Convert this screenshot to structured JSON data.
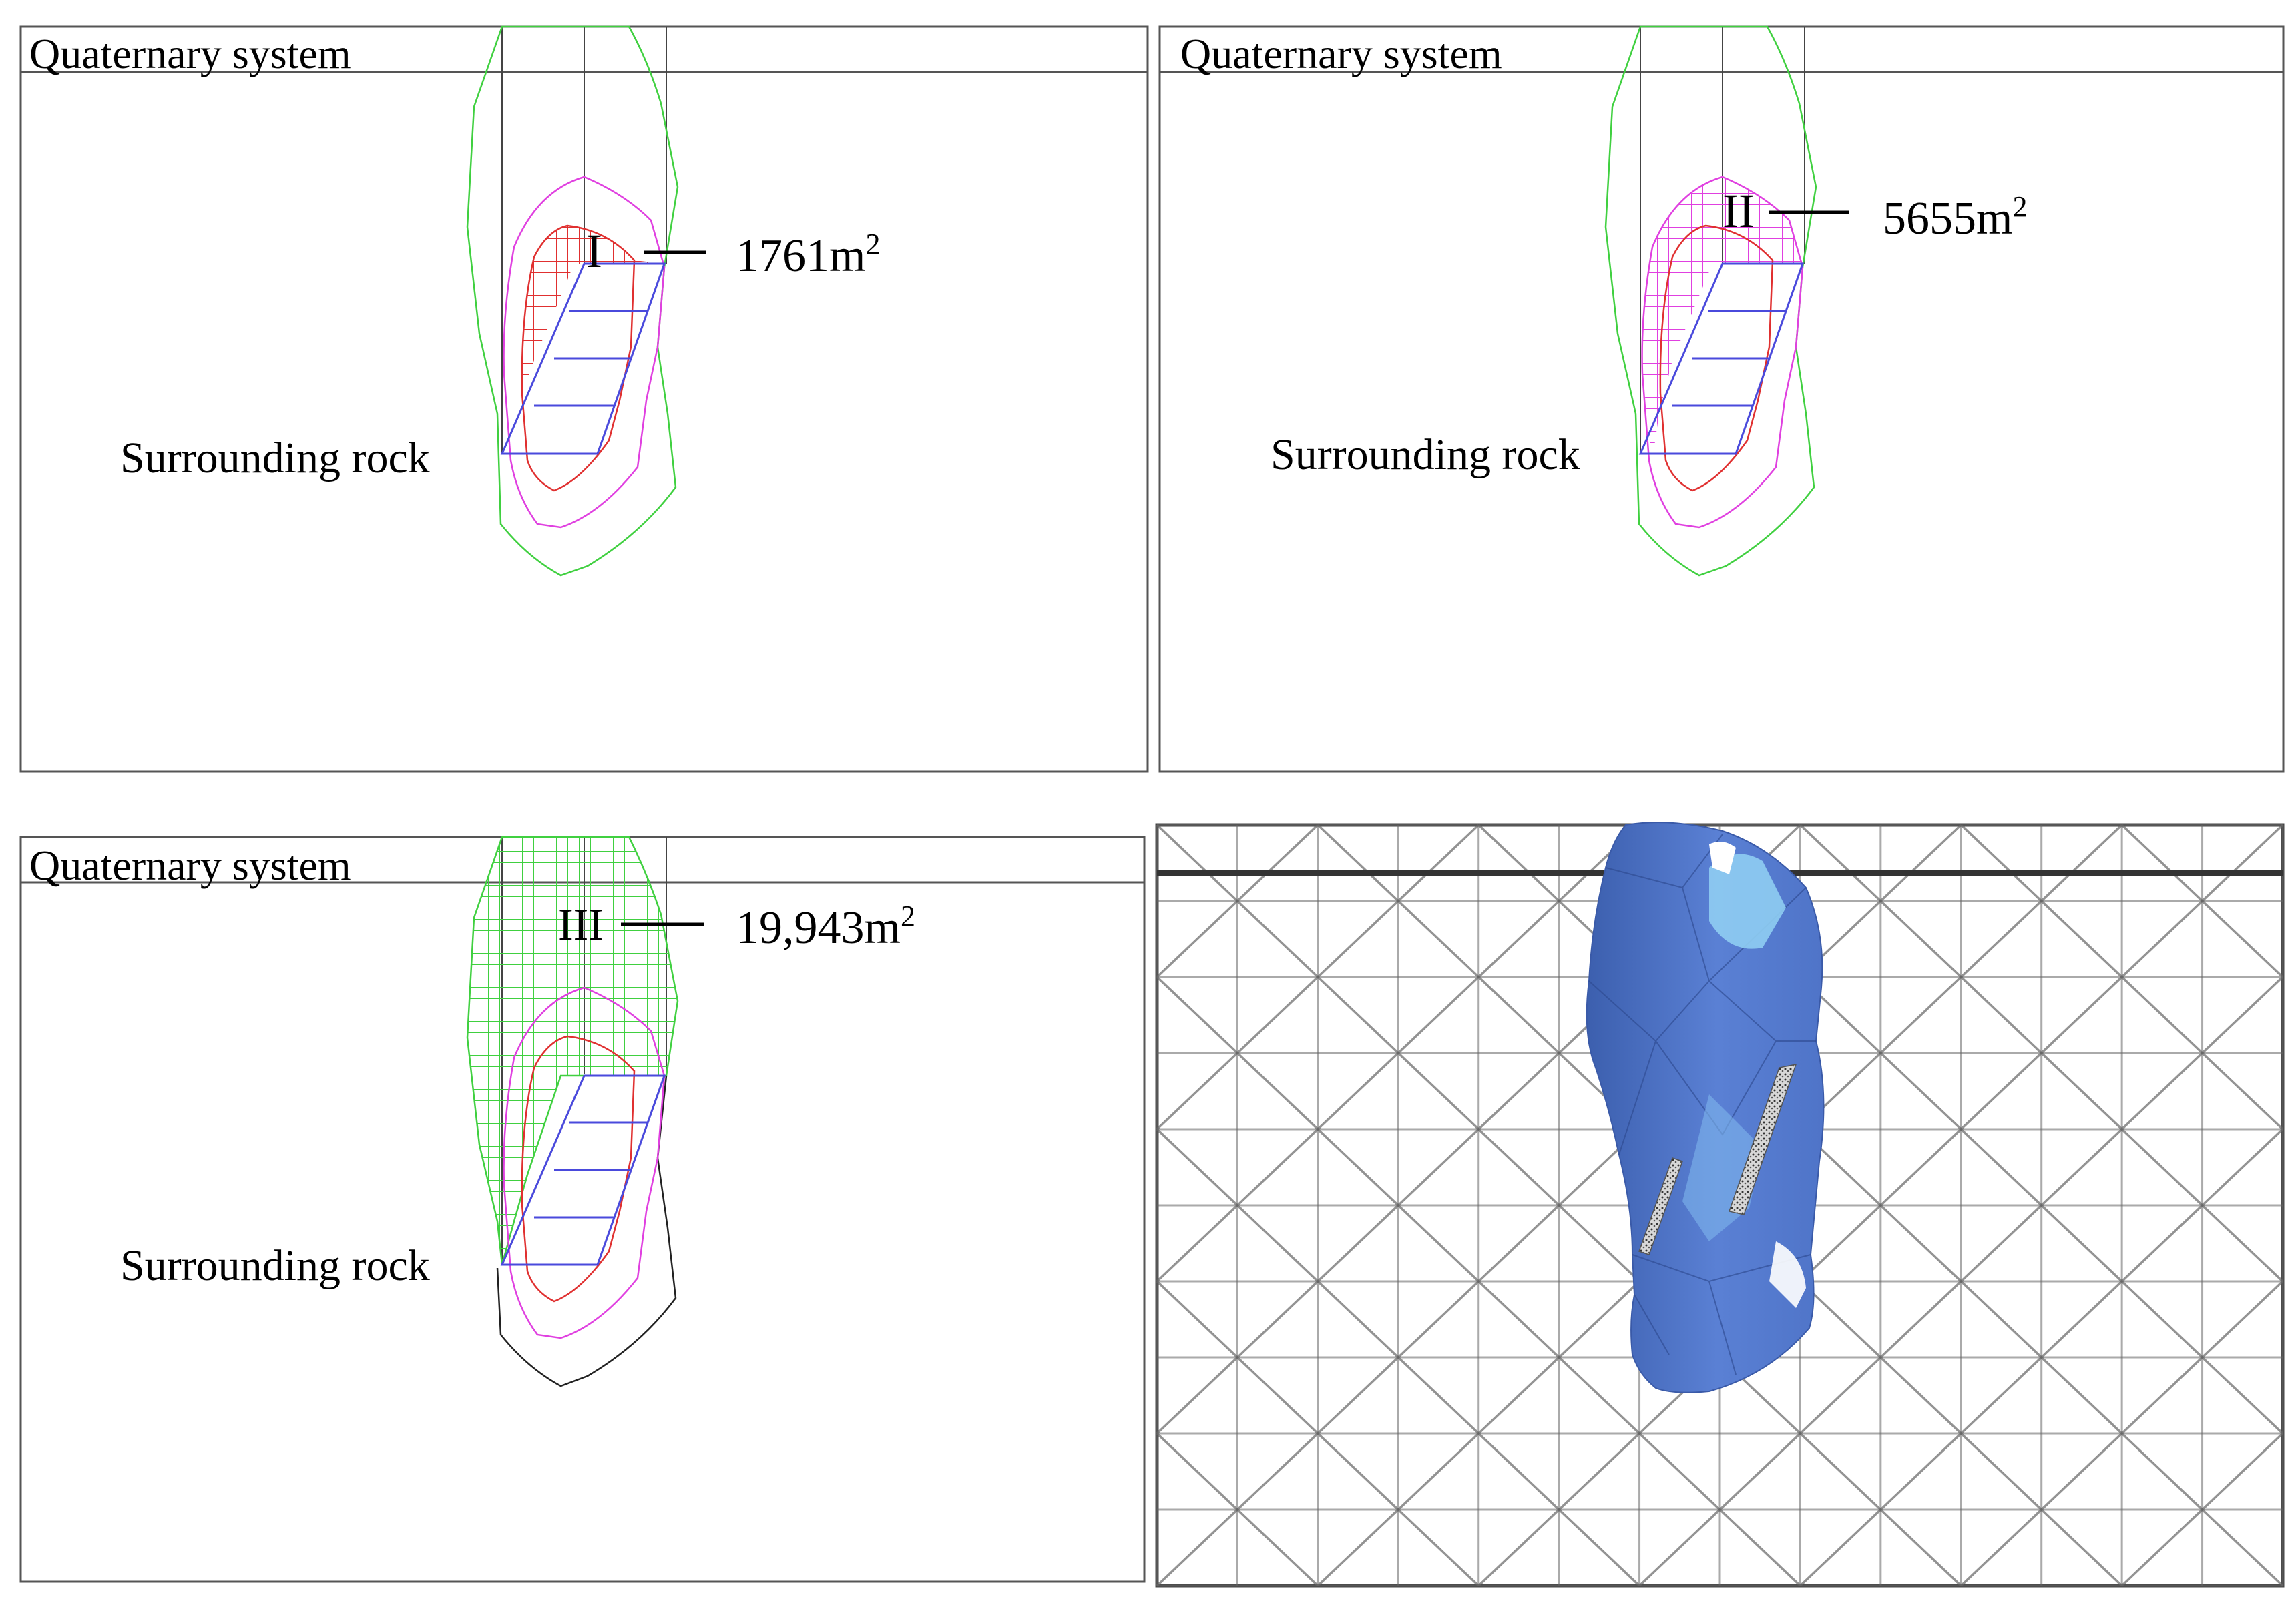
{
  "panels": [
    {
      "id": "panel-1",
      "top_label": "Quaternary system",
      "bottom_label": "Surrounding rock",
      "zone_numeral": "I",
      "area_value": "1761m",
      "area_exp": "2",
      "hatched_zone_color": "#e03030"
    },
    {
      "id": "panel-2",
      "top_label": "Quaternary system",
      "bottom_label": "Surrounding rock",
      "zone_numeral": "II",
      "area_value": "5655m",
      "area_exp": "2",
      "hatched_zone_color": "#e040e0"
    },
    {
      "id": "panel-3",
      "top_label": "Quaternary system",
      "bottom_label": "Surrounding rock",
      "zone_numeral": "III",
      "area_value": "19,943m",
      "area_exp": "2",
      "hatched_zone_color": "#40d040"
    }
  ],
  "colors": {
    "contour_green": "#40d040",
    "contour_magenta": "#e040e0",
    "contour_red": "#e03030",
    "contour_black": "#222222",
    "ore_body_blue": "#4a4adc",
    "model_body_blue": "#4f74c8",
    "mesh_gray": "#666666"
  }
}
